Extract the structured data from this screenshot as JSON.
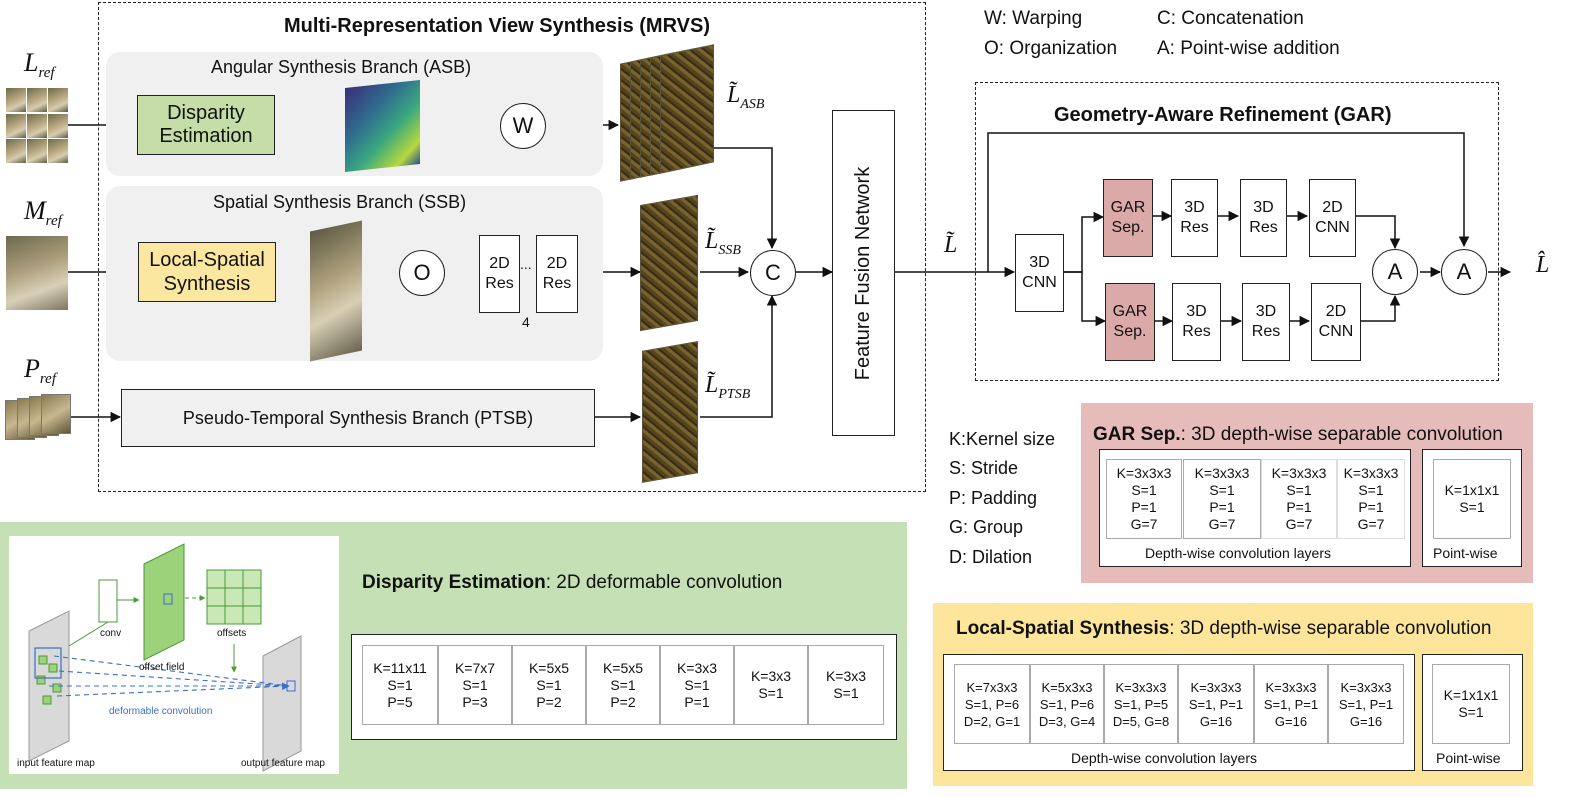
{
  "legend": {
    "warping": "W: Warping",
    "organization": "O: Organization",
    "concatenation": "C: Concatenation",
    "addition": "A: Point-wise addition"
  },
  "inputs": {
    "l_ref": {
      "base": "L",
      "sub": "ref"
    },
    "m_ref": {
      "base": "M",
      "sub": "ref"
    },
    "p_ref": {
      "base": "P",
      "sub": "ref"
    }
  },
  "mrvs": {
    "title": "Multi-Representation View Synthesis (MRVS)",
    "asb": {
      "title": "Angular Synthesis Branch (ASB)",
      "disparity_estimation": "Disparity\nEstimation",
      "warp_op": "W",
      "output": {
        "base": "L̃",
        "sub": "ASB"
      }
    },
    "ssb": {
      "title": "Spatial Synthesis Branch (SSB)",
      "local_spatial": "Local-Spatial\nSynthesis",
      "org_op": "O",
      "res1": "2D\nRes",
      "res2": "2D\nRes",
      "ellipsis": "...",
      "repeat": "4",
      "output": {
        "base": "L̃",
        "sub": "SSB"
      }
    },
    "ptsb": {
      "title": "Pseudo-Temporal Synthesis Branch (PTSB)",
      "output": {
        "base": "L̃",
        "sub": "PTSB"
      }
    },
    "concat_op": "C",
    "feature_fusion": "Feature Fusion Network",
    "fused": {
      "base": "L̃"
    }
  },
  "gar": {
    "title": "Geometry-Aware Refinement (GAR)",
    "cnn3d": "3D\nCNN",
    "top": {
      "sep": "GAR\nSep.",
      "res1": "3D\nRes",
      "res2": "3D\nRes",
      "cnn2d": "2D\nCNN"
    },
    "bottom": {
      "sep": "GAR\nSep.",
      "res1": "3D\nRes",
      "res2": "3D\nRes",
      "cnn2d": "2D\nCNN"
    },
    "add1": "A",
    "add2": "A",
    "output": {
      "base": "L̂"
    }
  },
  "params_legend": [
    "K:Kernel size",
    "S: Stride",
    "P: Padding",
    "G: Group",
    "D: Dilation"
  ],
  "gar_sep": {
    "title_bold": "GAR Sep.",
    "title_rest": ": 3D depth-wise separable convolution",
    "depthwise": [
      "K=3x3x3\nS=1\nP=1\nG=7",
      "K=3x3x3\nS=1\nP=1\nG=7",
      "K=3x3x3\nS=1\nP=1\nG=7",
      "K=3x3x3\nS=1\nP=1\nG=7"
    ],
    "depthwise_label": "Depth-wise convolution layers",
    "pointwise": "K=1x1x1\nS=1",
    "pointwise_label": "Point-wise"
  },
  "disparity": {
    "title_bold": "Disparity Estimation",
    "title_rest": ": 2D deformable convolution",
    "layers": [
      "K=11x11\nS=1\nP=5",
      "K=7x7\nS=1\nP=3",
      "K=5x5\nS=1\nP=2",
      "K=5x5\nS=1\nP=2",
      "K=3x3\nS=1\nP=1",
      "K=3x3\nS=1",
      "K=3x3\nS=1"
    ],
    "figure": {
      "conv": "conv",
      "offset_field": "offset field",
      "offsets": "offsets",
      "deformable": "deformable convolution",
      "input_map": "input feature map",
      "output_map": "output feature map"
    }
  },
  "local_spatial": {
    "title_bold": "Local-Spatial Synthesis",
    "title_rest": ": 3D depth-wise separable convolution",
    "depthwise": [
      "K=7x3x3\nS=1, P=6\nD=2, G=1",
      "K=5x3x3\nS=1, P=6\nD=3, G=4",
      "K=3x3x3\nS=1, P=5\nD=5, G=8",
      "K=3x3x3\nS=1, P=1\nG=16",
      "K=3x3x3\nS=1, P=1\nG=16",
      "K=3x3x3\nS=1, P=1\nG=16"
    ],
    "depthwise_label": "Depth-wise convolution layers",
    "pointwise": "K=1x1x1\nS=1",
    "pointwise_label": "Point-wise"
  },
  "colors": {
    "disparity_box": "#c5dea8",
    "local_spatial_box": "#fbe7a0",
    "gar_sep_box": "#dba9a8",
    "gar_sep_panel": "#e6bcbb",
    "disparity_panel": "#c5e0b4",
    "local_spatial_panel": "#fde59b",
    "branch_panel": "#f0f0f0",
    "repeat_bracket": "#4472c4"
  }
}
